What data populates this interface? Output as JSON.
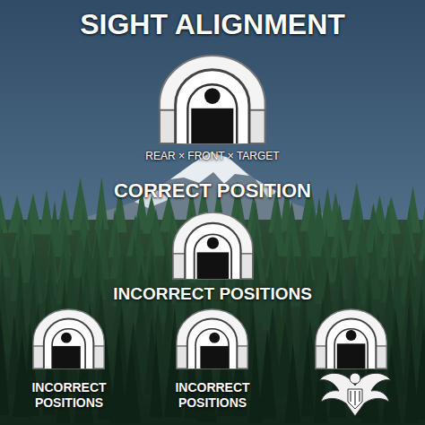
{
  "diagram": {
    "title": "SIGHT ALIGNMENT",
    "labels": [
      "REAR × FRONT × TARGET",
      "CORRECT POSITION",
      "INCORRECT POSITIONS",
      "INCORRECT POSITIONS",
      "INCORRECT POSITIONS"
    ]
  }
}
